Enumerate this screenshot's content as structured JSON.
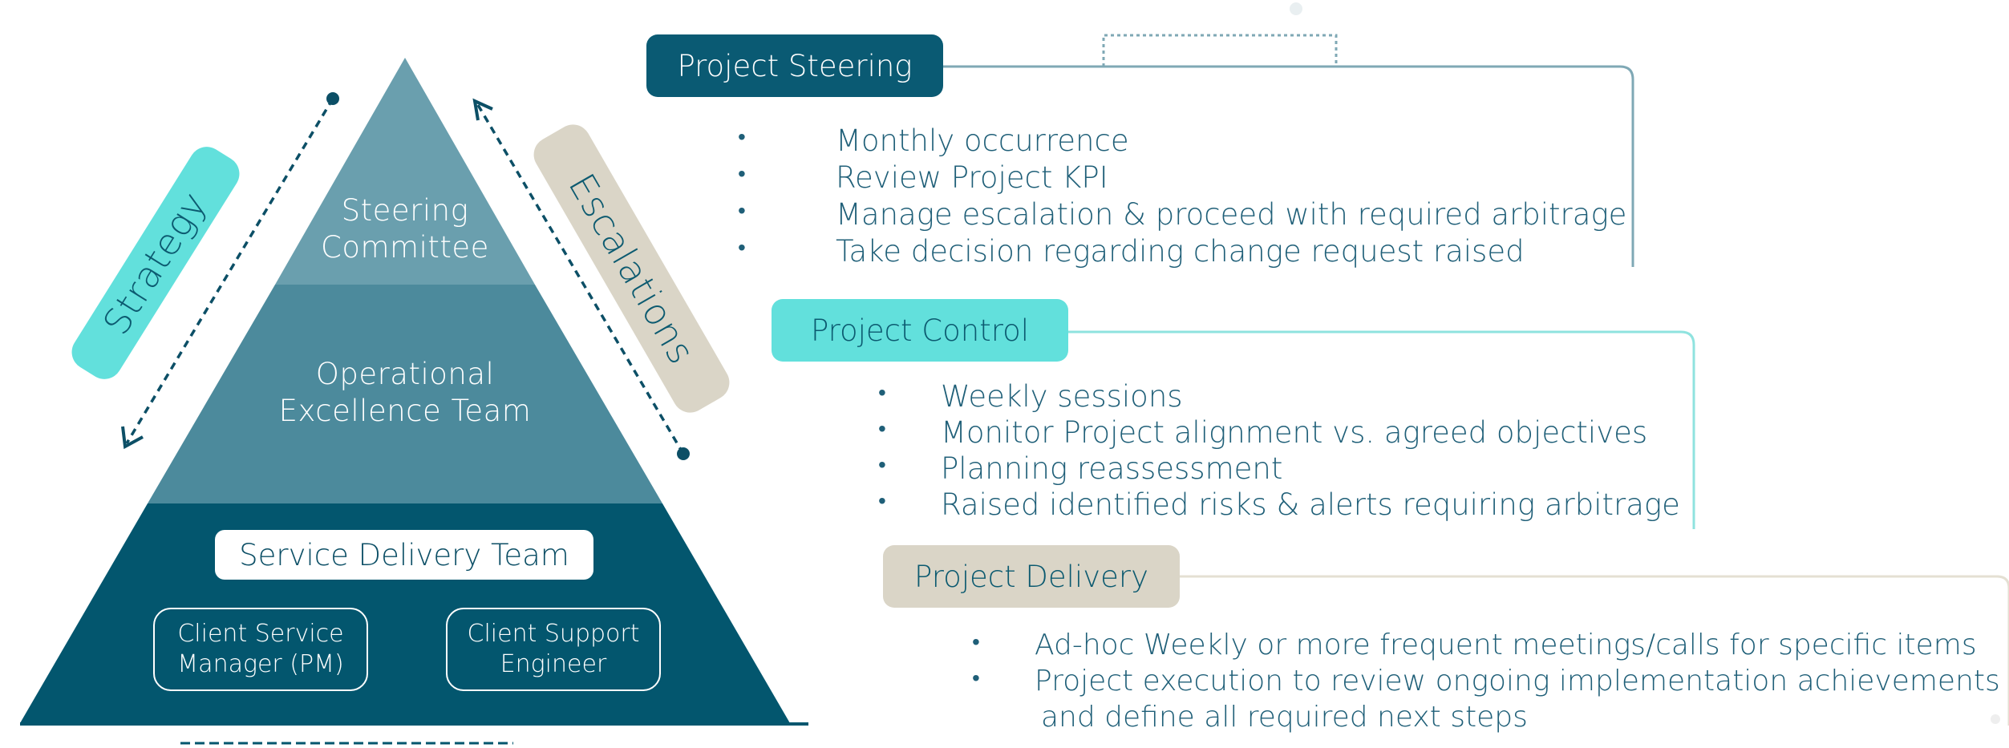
{
  "pyramid": {
    "steering_line1": "Steering",
    "steering_line2": "Committee",
    "operational_line1": "Operational",
    "operational_line2": "Excellence Team",
    "service_delivery": "Service Delivery Team",
    "role1_line1": "Client Service",
    "role1_line2": "Manager (PM)",
    "role2_line1": "Client Support",
    "role2_line2": "Engineer"
  },
  "strategy_label": "Strategy",
  "escalations_label": "Escalations",
  "sections": [
    {
      "title": "Project Steering",
      "bullets": [
        "Monthly occurrence",
        "Review Project KPI",
        "Manage escalation & proceed with required arbitrage",
        "Take decision regarding change request raised"
      ]
    },
    {
      "title": "Project Control",
      "bullets": [
        "Weekly sessions",
        "Monitor Project alignment vs. agreed objectives",
        "Planning reassessment",
        "Raised identified risks & alerts requiring arbitrage"
      ]
    },
    {
      "title": "Project Delivery",
      "bullets": [
        "Ad-hoc Weekly or more frequent meetings/calls for specific items",
        "Project execution to review ongoing implementation achievements",
        "and define all required next steps"
      ]
    }
  ],
  "colors": {
    "steering_tier": "#6a9fae",
    "operational_tier": "#4c8a9c",
    "delivery_tier": "#03566e",
    "strategy_pill": "#62e0dc",
    "escalations_pill": "#dad5c7",
    "steering_header": "#0a5a73",
    "control_header": "#62e0dc",
    "delivery_header": "#dad5c7",
    "text": "#1f5f78"
  }
}
